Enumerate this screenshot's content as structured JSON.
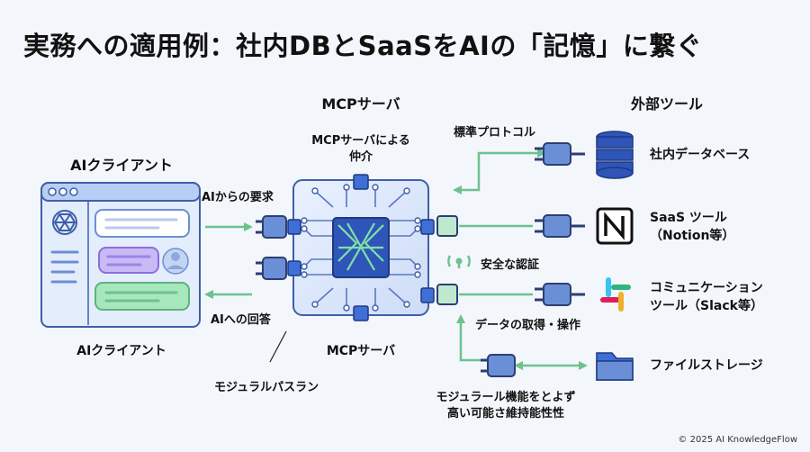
{
  "title": "実務への適用例：社内DBとSaaSをAIの「記憶」に繋ぐ",
  "headers": {
    "ai_client_top": "AIクライアント",
    "mcp_server_top": "MCPサーバ",
    "external_tools": "外部ツール"
  },
  "labels": {
    "mcp_mediation_1": "MCPサーバによる",
    "mcp_mediation_2": "仲介",
    "request_from_ai": "AIからの要求",
    "answer_to_ai": "AIへの回答",
    "ai_client_bottom": "AIクライアント",
    "mcp_server_bottom": "MCPサーバ",
    "modular_plug": "モジュラルパスラン",
    "standard_protocol": "標準プロトコル",
    "secure_auth": "安全な認証",
    "data_ops": "データの取得・操作",
    "modular_feature_1": "モジュラール機能をとよず",
    "modular_feature_2": "高い可能さ維持能性性"
  },
  "tools": [
    {
      "line1": "社内データベース",
      "line2": "",
      "icon": "database-icon"
    },
    {
      "line1": "SaaS ツール",
      "line2": "（Notion等）",
      "icon": "notion-icon"
    },
    {
      "line1": "コミュニケーション",
      "line2": "ツール（Slack等）",
      "icon": "slack-icon"
    },
    {
      "line1": "ファイルストレージ",
      "line2": "",
      "icon": "folder-icon"
    }
  ],
  "copyright": "© 2025 AI KnowledgeFlow",
  "colors": {
    "accent_green": "#6cc28f",
    "window_blue": "#6b8fd6",
    "chip_blue": "#2f55b8",
    "bubble_purple": "#9b85e6",
    "bubble_green": "#7fd39a",
    "background": "#f3f6fb"
  }
}
